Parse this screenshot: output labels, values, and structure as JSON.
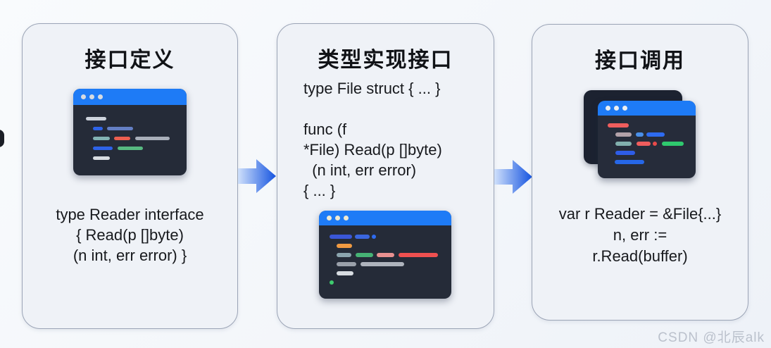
{
  "watermark": "CSDN @北辰alk",
  "colors": {
    "titlebar_blue": "#1e7bf6",
    "arrow_from": "#cfe0fb",
    "arrow_to": "#1554e0"
  },
  "panels": [
    {
      "title": "接口定义",
      "text_lines": [
        "type Reader interface",
        "{ Read(p []byte)",
        "(n int, err error) }"
      ],
      "editor": {
        "dot_color": "#d6dbe2",
        "lines": [
          [
            {
              "ml": 18,
              "w": 29,
              "c": "#cdd3dc"
            }
          ],
          [
            {
              "ml": 28,
              "w": 14,
              "c": "#2e63e8"
            },
            {
              "ml": 6,
              "w": 37,
              "c": "#647fc4"
            }
          ],
          [
            {
              "ml": 28,
              "w": 24,
              "c": "#83b3b3"
            },
            {
              "ml": 6,
              "w": 23,
              "c": "#ec5f50"
            },
            {
              "ml": 7,
              "w": 49,
              "c": "#a9afba"
            }
          ],
          [
            {
              "ml": 28,
              "w": 28,
              "c": "#2e63e8"
            },
            {
              "ml": 7,
              "w": 36,
              "c": "#57b981"
            }
          ],
          [
            {
              "ml": 28,
              "w": 24,
              "c": "#d9dde2"
            }
          ]
        ]
      }
    },
    {
      "title": "类型实现接口",
      "text_lines": [
        "type File struct { ... }",
        "",
        "func (f",
        "*File) Read(p []byte)",
        "  (n int, err error)",
        "{ ... }"
      ],
      "editor": {
        "dot_color": "#efe9d2",
        "lines": [
          [
            {
              "ml": 15,
              "w": 32,
              "c": "#3a57d8"
            },
            {
              "ml": 4,
              "w": 21,
              "c": "#3a66e0"
            },
            {
              "ml": 3,
              "w": 6,
              "c": "#2e6bf0",
              "dot": true
            }
          ],
          [
            {
              "ml": 25,
              "w": 22,
              "c": "#f09a42"
            }
          ],
          [
            {
              "ml": 25,
              "w": 21,
              "c": "#8ba4ae"
            },
            {
              "ml": 6,
              "w": 25,
              "c": "#46b275"
            },
            {
              "ml": 5,
              "w": 25,
              "c": "#e89090"
            },
            {
              "ml": 6,
              "w": 56,
              "c": "#ef5050"
            }
          ],
          [
            {
              "ml": 25,
              "w": 28,
              "c": "#9aa0aa"
            },
            {
              "ml": 6,
              "w": 62,
              "c": "#aeb3bc"
            }
          ],
          [
            {
              "ml": 25,
              "w": 24,
              "c": "#d8dce1"
            }
          ],
          [
            {
              "ml": 15,
              "w": 6,
              "c": "#3ecb6e",
              "dot": true
            }
          ]
        ]
      }
    },
    {
      "title": "接口调用",
      "text_lines": [
        "var r Reader = &File{...}",
        "n, err :=",
        "r.Read(buffer)"
      ],
      "editor": {
        "dot_color": "#eceff2",
        "lines": [
          [
            {
              "ml": 14,
              "w": 30,
              "c": "#ef5d5d"
            }
          ],
          [
            {
              "ml": 25,
              "w": 23,
              "c": "#b3a2a9"
            },
            {
              "ml": 6,
              "w": 11,
              "c": "#4a8fe8"
            },
            {
              "ml": 4,
              "w": 26,
              "c": "#2e6bf0"
            }
          ],
          [
            {
              "ml": 25,
              "w": 23,
              "c": "#82b0ad"
            },
            {
              "ml": 7,
              "w": 20,
              "c": "#ef5d5d"
            },
            {
              "ml": 3,
              "w": 6,
              "c": "#e84a4a",
              "dot": true
            },
            {
              "ml": 7,
              "w": 31,
              "c": "#2fc96e"
            }
          ],
          [
            {
              "ml": 25,
              "w": 28,
              "c": "#2e5de8"
            }
          ],
          [
            {
              "ml": 24,
              "w": 42,
              "c": "#2667e8"
            }
          ]
        ]
      }
    }
  ]
}
